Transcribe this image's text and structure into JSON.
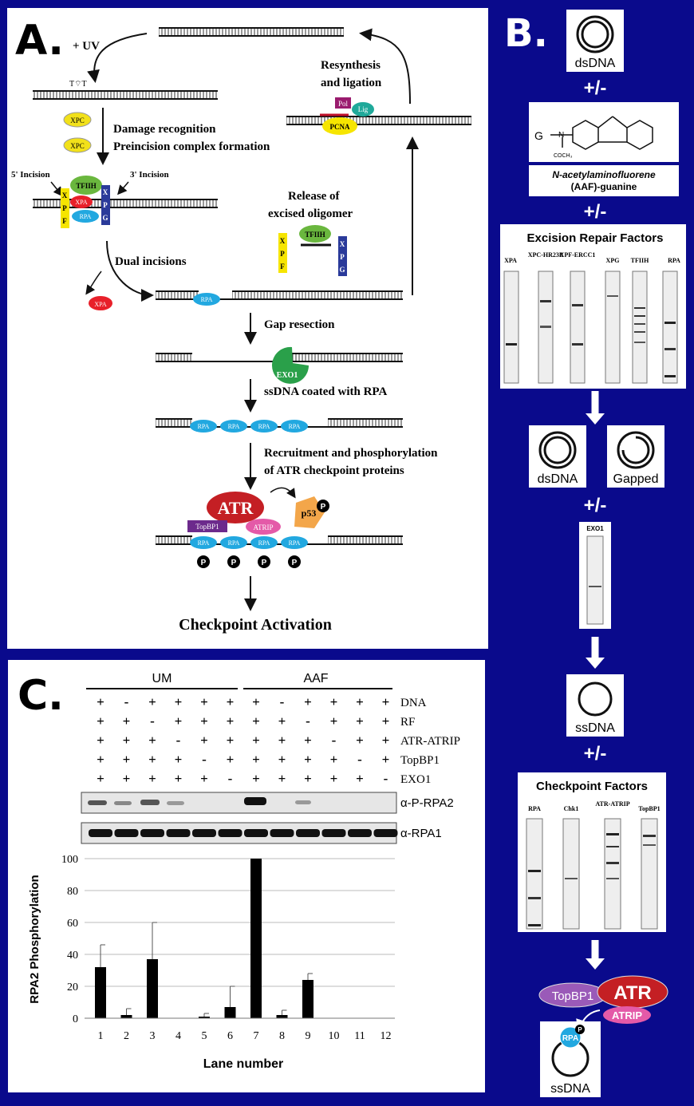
{
  "panel_a": {
    "letter": "A.",
    "uv": "+ UV",
    "tt": "T⌔T",
    "damage_1": "Damage recognition",
    "damage_2": "Preincision complex formation",
    "incision5": "5' Incision",
    "incision3": "3' Incision",
    "dual": "Dual incisions",
    "release_1": "Release of",
    "release_2": "excised oligomer",
    "resynth_1": "Resynthesis",
    "resynth_2": "and ligation",
    "gap": "Gap resection",
    "ssdna_rpa": "ssDNA coated with RPA",
    "recruit_1": "Recruitment and phosphorylation",
    "recruit_2": "of ATR checkpoint proteins",
    "checkpoint": "Checkpoint Activation",
    "labels": {
      "xpc": "XPC",
      "xpa": "XPA",
      "rpa": "RPA",
      "tfiih": "TFIIH",
      "exo1": "EXO1",
      "atr": "ATR",
      "atrip": "ATRIP",
      "topbp1": "TopBP1",
      "p53": "p53",
      "pol": "Pol",
      "lig": "Lig",
      "pcna": "PCNA",
      "p": "P",
      "x": "X",
      "pp": "P",
      "f": "F",
      "g": "G"
    }
  },
  "panel_b": {
    "letter": "B.",
    "dsdna": "dsDNA",
    "plusminus": "+/-",
    "aaf_g": "G",
    "aaf_n": "N",
    "aaf_c": "COCH₃",
    "aaf_name_1": "N-acetylaminofluorene",
    "aaf_name_2": "(AAF)-guanine",
    "erf_title": "Excision Repair Factors",
    "erf_lanes": [
      "XPA",
      "XPC-HR23B",
      "XPF-ERCC1",
      "XPG",
      "TFIIH",
      "RPA"
    ],
    "gapped": "Gapped",
    "exo1": "EXO1",
    "ssdna": "ssDNA",
    "cpf_title": "Checkpoint Factors",
    "cpf_lanes": [
      "RPA",
      "Chk1",
      "ATR-ATRIP",
      "TopBP1"
    ],
    "topbp1": "TopBP1",
    "atr": "ATR",
    "atrip": "ATRIP",
    "rpa": "RPA",
    "p": "P"
  },
  "panel_c": {
    "letter": "C.",
    "group_um": "UM",
    "group_aaf": "AAF",
    "row_labels": [
      "DNA",
      "RF",
      "ATR-ATRIP",
      "TopBP1",
      "EXO1"
    ],
    "conditions": [
      [
        "+",
        "-",
        "+",
        "+",
        "+",
        "+",
        "+",
        "-",
        "+",
        "+",
        "+",
        "+"
      ],
      [
        "+",
        "+",
        "-",
        "+",
        "+",
        "+",
        "+",
        "+",
        "-",
        "+",
        "+",
        "+"
      ],
      [
        "+",
        "+",
        "+",
        "-",
        "+",
        "+",
        "+",
        "+",
        "+",
        "-",
        "+",
        "+"
      ],
      [
        "+",
        "+",
        "+",
        "+",
        "-",
        "+",
        "+",
        "+",
        "+",
        "+",
        "-",
        "+"
      ],
      [
        "+",
        "+",
        "+",
        "+",
        "+",
        "-",
        "+",
        "+",
        "+",
        "+",
        "+",
        "-"
      ]
    ],
    "blot1_label": "α-P-RPA2",
    "blot2_label": "α-RPA1"
  },
  "chart_data": {
    "type": "bar",
    "categories": [
      "1",
      "2",
      "3",
      "4",
      "5",
      "6",
      "7",
      "8",
      "9",
      "10",
      "11",
      "12"
    ],
    "values": [
      32,
      2,
      37,
      0,
      1,
      7,
      100,
      2,
      24,
      0,
      0,
      0
    ],
    "errors": [
      14,
      4,
      23,
      0,
      2,
      13,
      0,
      3,
      4,
      0,
      0,
      0
    ],
    "xlabel": "Lane number",
    "ylabel": "RPA2 Phosphorylation",
    "ylim": [
      0,
      100
    ],
    "yticks": [
      0,
      20,
      40,
      60,
      80,
      100
    ],
    "grid": true,
    "color": "#000000"
  }
}
